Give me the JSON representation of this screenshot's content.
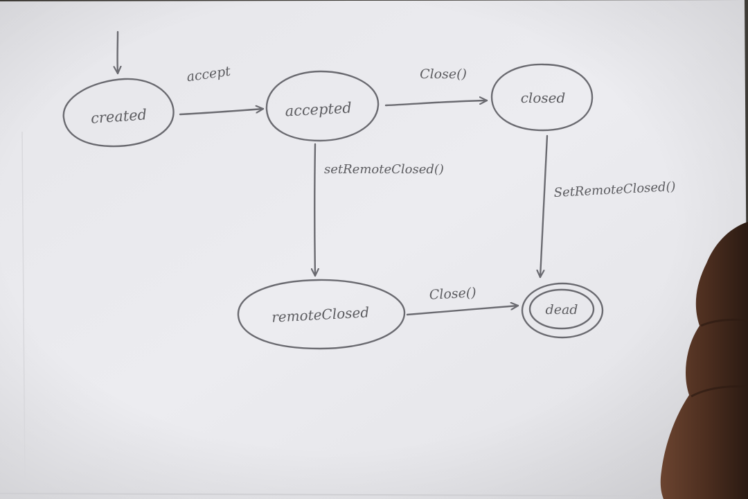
{
  "diagram": {
    "states": {
      "created": "created",
      "accepted": "accepted",
      "closed": "closed",
      "remote_closed": "remoteClosed",
      "dead": "dead"
    },
    "transitions": {
      "created_to_accepted": "accept",
      "accepted_to_closed": "Close()",
      "accepted_to_remote_closed": "setRemoteClosed()",
      "closed_to_dead": "SetRemoteClosed()",
      "remote_closed_to_dead": "Close()"
    },
    "initial_state": "created",
    "final_state": "dead"
  },
  "colors": {
    "paper": "#e9e9ee",
    "ink": "#6a6a70",
    "hand": "#5a3a28",
    "background": "#3d3a35"
  }
}
